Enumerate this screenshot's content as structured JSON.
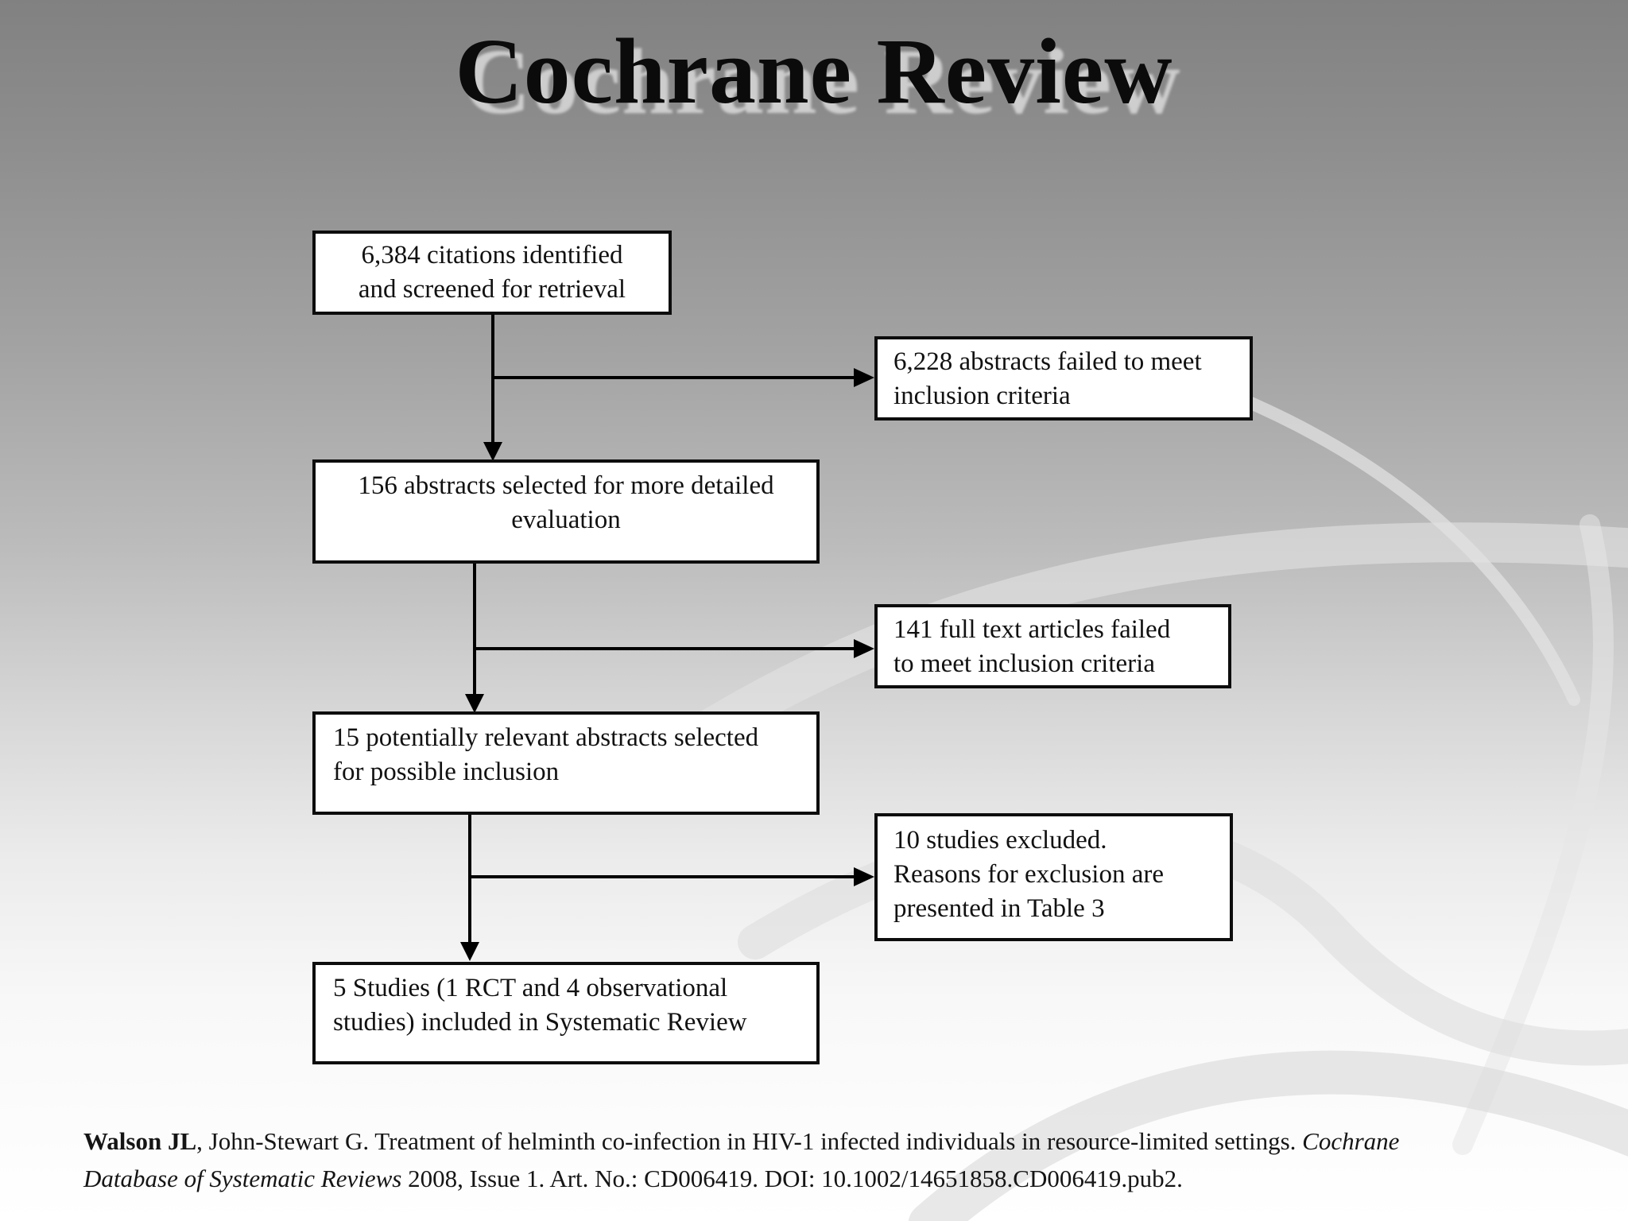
{
  "slide": {
    "title": "Cochrane Review"
  },
  "colors": {
    "background_top": "#818181",
    "background_bottom": "#ffffff",
    "box_fill": "#ffffff",
    "box_border": "#0d0d0d",
    "text": "#111111",
    "swirl": "#e0e0e0"
  },
  "flowchart": {
    "main_boxes": [
      {
        "text": "6,384 citations identified\nand screened for retrieval"
      },
      {
        "text": "156 abstracts selected for more detailed\nevaluation"
      },
      {
        "text": "15 potentially relevant abstracts selected\nfor possible inclusion"
      },
      {
        "text": "5 Studies (1 RCT and 4 observational\nstudies) included in Systematic Review"
      }
    ],
    "exclusion_boxes": [
      {
        "text": "6,228 abstracts failed to meet\ninclusion criteria"
      },
      {
        "text": "141 full text articles failed\nto meet inclusion criteria"
      },
      {
        "text": "10 studies excluded.\nReasons for exclusion are\npresented in Table 3"
      }
    ]
  },
  "citation": {
    "authors_bold": "Walson JL",
    "line1_regular": ", John-Stewart G. Treatment of helminth co-infection in HIV-1 infected individuals in resource-limited settings. ",
    "line1_italic": "Cochrane",
    "line2_italic": "Database of Systematic Reviews",
    "line2_regular": " 2008, Issue 1. Art. No.: CD006419. DOI: 10.1002/14651858.CD006419.pub2."
  }
}
